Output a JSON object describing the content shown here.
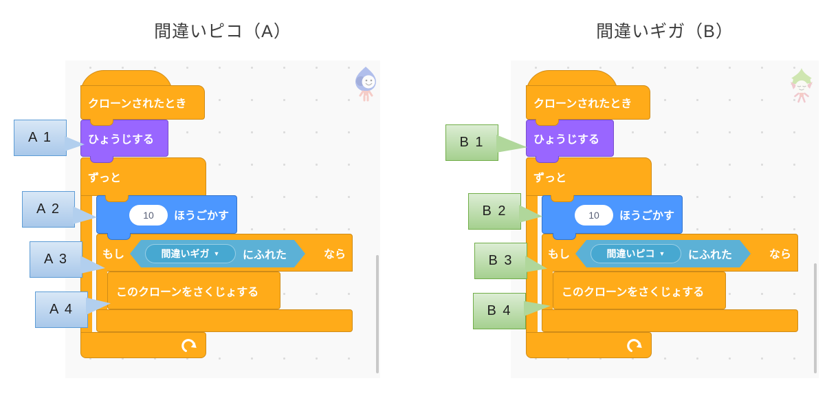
{
  "titles": {
    "left": "間違いピコ（A）",
    "right": "間違いギガ（B）"
  },
  "blocks": {
    "when_cloned": "クローンされたとき",
    "show": "ひょうじする",
    "forever": "ずっと",
    "move_steps_value": "10",
    "move_steps_label": "ほうごかす",
    "if_prefix": "もし",
    "touching_suffix": "にふれた",
    "if_suffix": "なら",
    "delete_clone": "このクローンをさくじょする",
    "dropdown_arrow": "▼"
  },
  "panelA": {
    "touch_target": "間違いギガ",
    "labels": [
      "A 1",
      "A 2",
      "A 3",
      "A 4"
    ],
    "sprite": "pico"
  },
  "panelB": {
    "touch_target": "間違いピコ",
    "labels": [
      "B 1",
      "B 2",
      "B 3",
      "B 4"
    ],
    "sprite": "giga"
  },
  "colors": {
    "control_orange": "#FFAB19",
    "looks_purple": "#9966FF",
    "motion_blue": "#4C97FF",
    "sensing_teal": "#5CB1D6",
    "sensing_field": "#47A8D1",
    "callout_a_border": "#5B9BD5",
    "callout_b_border": "#70AD47",
    "canvas_bg": "#f9f9f9"
  }
}
